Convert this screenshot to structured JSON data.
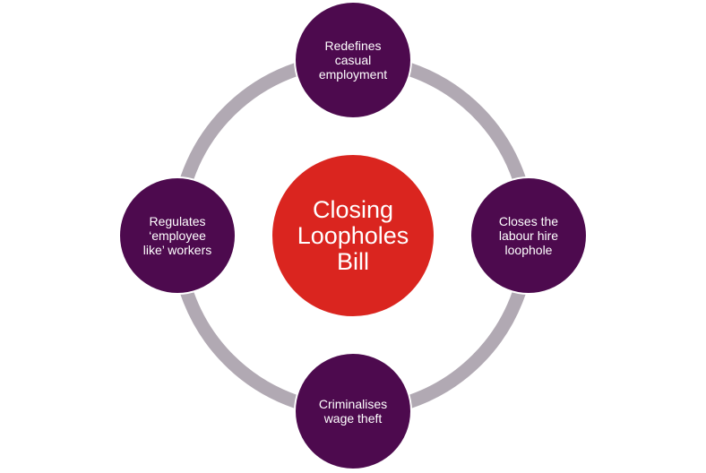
{
  "center": {
    "label": "Closing\nLoopholes\nBill"
  },
  "nodes": [
    {
      "label": "Redefines\ncasual\nemployment"
    },
    {
      "label": "Closes the\nlabour hire\nloophole"
    },
    {
      "label": "Criminalises\nwage theft"
    },
    {
      "label": "Regulates\n‘employee\nlike’ workers"
    }
  ],
  "colors": {
    "center": "#da251f",
    "node": "#4d0a4e",
    "ring": "#b1a9b3"
  }
}
